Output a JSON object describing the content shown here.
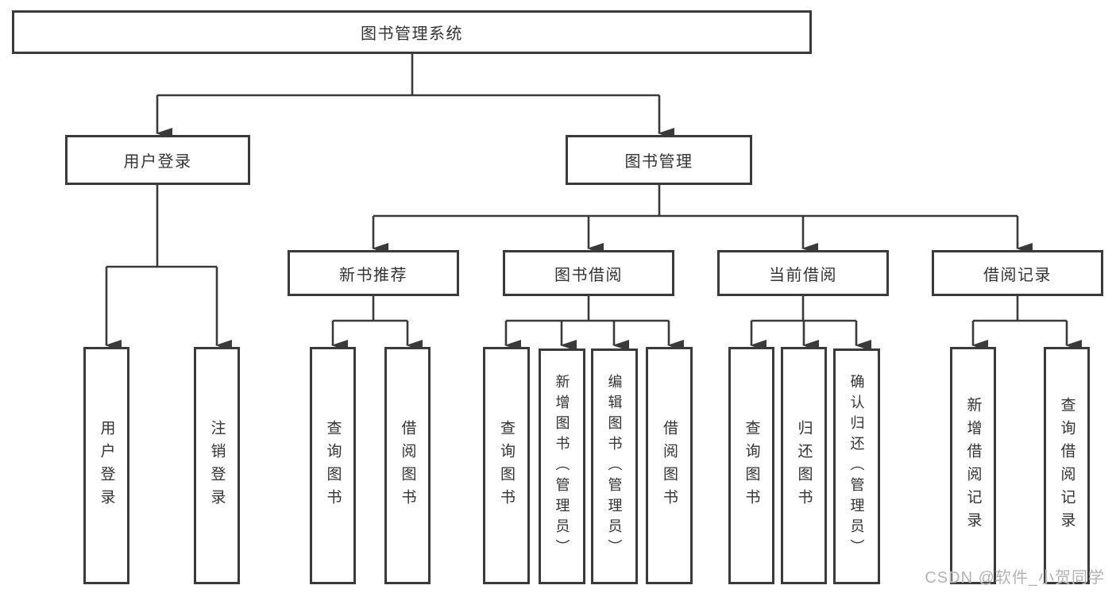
{
  "nodes": {
    "root": {
      "label": "图书管理系统"
    },
    "user_login": {
      "label": "用户登录"
    },
    "book_management": {
      "label": "图书管理"
    },
    "login": {
      "label": "用户登录"
    },
    "logout": {
      "label": "注销登录"
    },
    "new_book_recommend": {
      "label": "新书推荐"
    },
    "book_borrow": {
      "label": "图书借阅"
    },
    "current_borrow": {
      "label": "当前借阅"
    },
    "borrow_records": {
      "label": "借阅记录"
    },
    "nb_query_books": {
      "label": "查询图书"
    },
    "nb_borrow_books": {
      "label": "借阅图书"
    },
    "bb_query_books": {
      "label": "查询图书"
    },
    "bb_add_books": {
      "label": "新增图书（管理员）"
    },
    "bb_edit_books": {
      "label": "编辑图书（管理员）"
    },
    "bb_borrow_books": {
      "label": "借阅图书"
    },
    "cb_query_books": {
      "label": "查询图书"
    },
    "cb_return_books": {
      "label": "归还图书"
    },
    "cb_confirm_return": {
      "label": "确认归还（管理员）"
    },
    "br_add_record": {
      "label": "新增借阅记录"
    },
    "br_query_record": {
      "label": "查询借阅记录"
    }
  },
  "hierarchy": {
    "图书管理系统": {
      "用户登录": [
        "用户登录",
        "注销登录"
      ],
      "图书管理": {
        "新书推荐": [
          "查询图书",
          "借阅图书"
        ],
        "图书借阅": [
          "查询图书",
          "新增图书（管理员）",
          "编辑图书（管理员）",
          "借阅图书"
        ],
        "当前借阅": [
          "查询图书",
          "归还图书",
          "确认归还（管理员）"
        ],
        "借阅记录": [
          "新增借阅记录",
          "查询借阅记录"
        ]
      }
    }
  },
  "watermark": {
    "text": "CSDN @软件_小贺同学"
  },
  "colors": {
    "line": "#3a3a3a",
    "text": "#333333",
    "box_background": "#ffffff",
    "watermark": "#b3b3b3"
  }
}
